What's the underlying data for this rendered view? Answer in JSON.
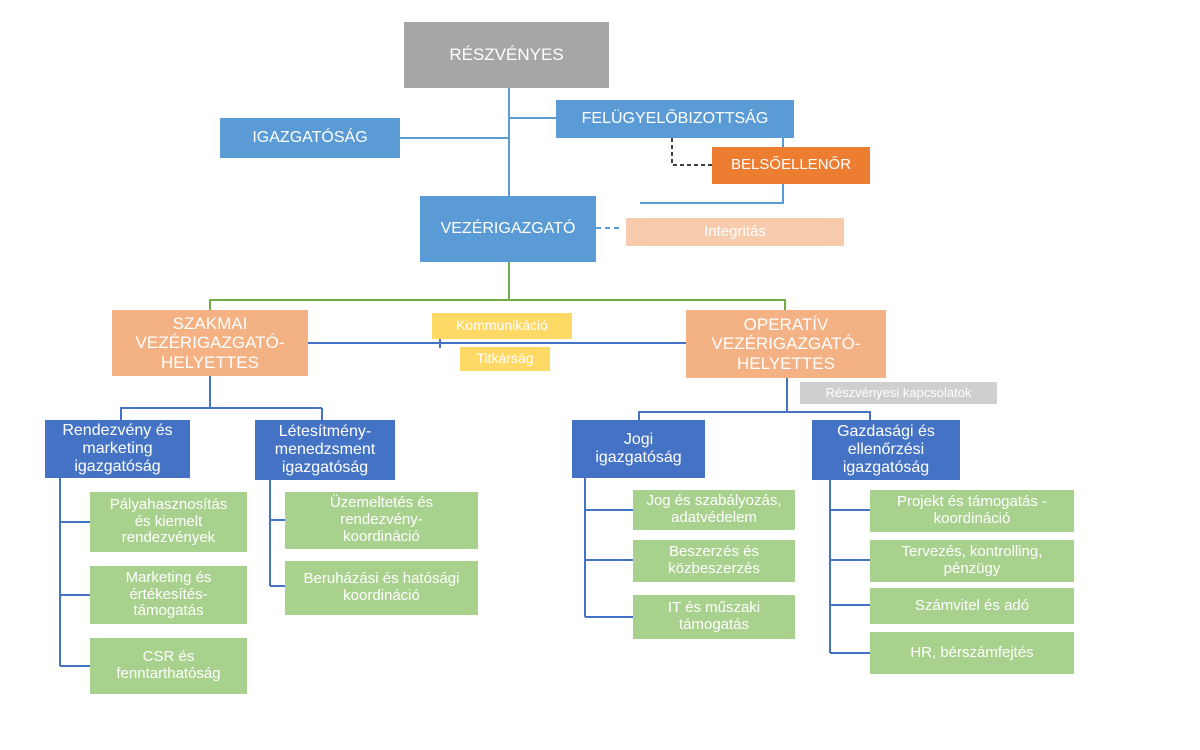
{
  "diagram": {
    "shareholder": "RÉSZVÉNYES",
    "board": "IGAZGATÓSÁG",
    "supervisory": "FELÜGYELŐBIZOTTSÁG",
    "internal_auditor": "BELSŐELLENŐR",
    "ceo": "VEZÉRIGAZGATÓ",
    "integrity": "Integritás",
    "deputy_professional": "SZAKMAI\nVEZÉRIGAZGATÓ-\nHELYETTES",
    "deputy_operative": "OPERATÍV\nVEZÉRIGAZGATÓ-\nHELYETTES",
    "communication": "Kommunikáció",
    "secretariat": "Titkárság",
    "shareholder_relations": "Részvényesi kapcsolatok",
    "directorates": {
      "events_marketing": "Rendezvény és\nmarketing\nigazgatóság",
      "facility": "Létesítmény-\nmenedzsment\nigazgatóság",
      "legal": "Jogi\nigazgatóság",
      "economic": "Gazdasági és\nellenőrzési\nigazgatóság"
    },
    "units": {
      "events_marketing": [
        "Pályahasznosítás\nés kiemelt\nrendezvények",
        "Marketing és\nértékesítés-\ntámogatás",
        "CSR és\nfenntarthatóság"
      ],
      "facility": [
        "Üzemeltetés és\nrendezvény-\nkoordináció",
        "Beruházási és hatósági\nkoordináció"
      ],
      "legal": [
        "Jog és szabályozás,\nadatvédelem",
        "Beszerzés és\nközbeszerzés",
        "IT és műszaki\ntámogatás"
      ],
      "economic": [
        "Projekt és támogatás -\nkoordináció",
        "Tervezés, kontrolling,\npénzügy",
        "Számvitel és adó",
        "HR, bérszámfejtés"
      ]
    }
  }
}
